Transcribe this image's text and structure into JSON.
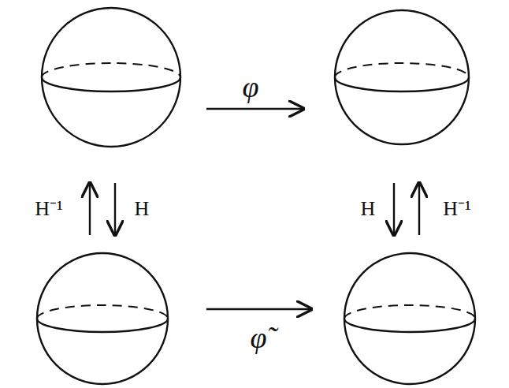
{
  "diagram": {
    "labels": [
      "φ",
      "H⁻¹",
      "H",
      "H",
      "H⁻¹",
      "φ̃"
    ]
  }
}
